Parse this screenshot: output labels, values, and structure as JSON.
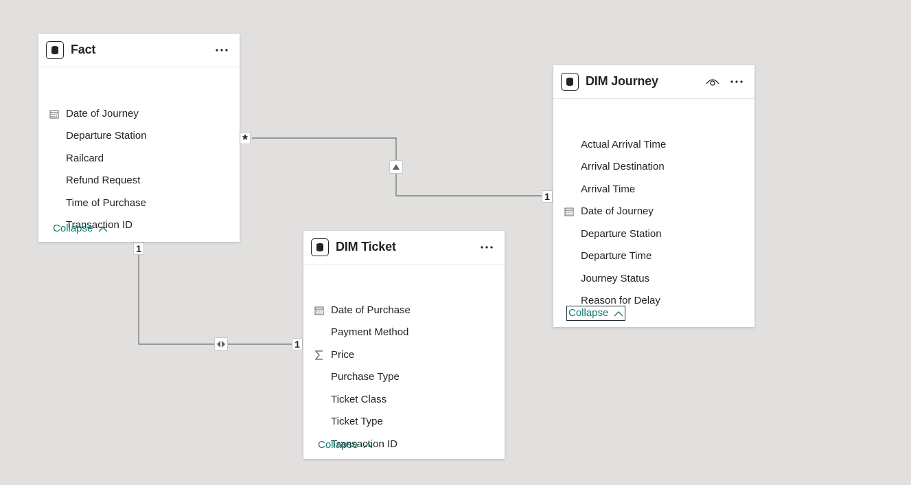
{
  "tables": [
    {
      "id": "fact",
      "title": "Fact",
      "fields": [
        {
          "label": "Date of Journey",
          "icon": "calendar-icon"
        },
        {
          "label": "Departure Station",
          "icon": ""
        },
        {
          "label": "Railcard",
          "icon": ""
        },
        {
          "label": "Refund Request",
          "icon": ""
        },
        {
          "label": "Time of Purchase",
          "icon": ""
        },
        {
          "label": "Transaction ID",
          "icon": ""
        }
      ],
      "collapse_label": "Collapse"
    },
    {
      "id": "dim-ticket",
      "title": "DIM Ticket",
      "fields": [
        {
          "label": "Date of Purchase",
          "icon": "calendar-icon"
        },
        {
          "label": "Payment Method",
          "icon": ""
        },
        {
          "label": "Price",
          "icon": "sigma-icon"
        },
        {
          "label": "Purchase Type",
          "icon": ""
        },
        {
          "label": "Ticket Class",
          "icon": ""
        },
        {
          "label": "Ticket Type",
          "icon": ""
        },
        {
          "label": "Transaction ID",
          "icon": ""
        }
      ],
      "collapse_label": "Collapse"
    },
    {
      "id": "dim-journey",
      "title": "DIM Journey",
      "fields": [
        {
          "label": "Actual Arrival Time",
          "icon": ""
        },
        {
          "label": "Arrival Destination",
          "icon": ""
        },
        {
          "label": "Arrival Time",
          "icon": ""
        },
        {
          "label": "Date of Journey",
          "icon": "calendar-icon"
        },
        {
          "label": "Departure Station",
          "icon": ""
        },
        {
          "label": "Departure Time",
          "icon": ""
        },
        {
          "label": "Journey Status",
          "icon": ""
        },
        {
          "label": "Reason for Delay",
          "icon": ""
        }
      ],
      "collapse_label": "Collapse"
    }
  ],
  "relationships": [
    {
      "from": "Fact",
      "to": "DIM Journey",
      "from_cardinality": "*",
      "to_cardinality": "1",
      "direction": "single"
    },
    {
      "from": "Fact",
      "to": "DIM Ticket",
      "from_cardinality": "1",
      "to_cardinality": "1",
      "direction": "both"
    }
  ],
  "colors": {
    "canvas": "#e1e0df",
    "card": "#ffffff",
    "collapse_link": "#107c6a",
    "line": "#6e6e6e"
  }
}
